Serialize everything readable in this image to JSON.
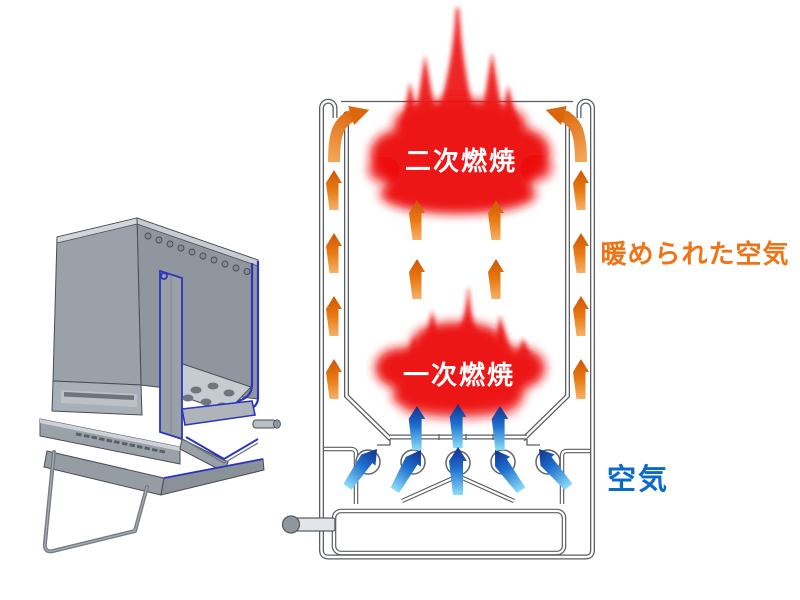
{
  "diagram": {
    "cross_section": {
      "secondary_combustion_label": "二次燃焼",
      "primary_combustion_label": "一次燃焼"
    },
    "annotations": {
      "warmed_air_label": "暖められた空気",
      "air_label": "空気"
    }
  },
  "colors": {
    "warmed_air_text": "#EE7418",
    "air_text": "#0A6AC8",
    "flame_red": "#ED1212",
    "flame_label_text": "#FFFFFF",
    "hot_arrow_dark": "#CE5506",
    "hot_arrow_light": "#F6B168",
    "cold_arrow_dark": "#122F8E",
    "cold_arrow_light": "#8ADCF8",
    "outline_gray": "#5A5E63",
    "cad_body_gray": "#9AA1A9",
    "cad_cut_edge_blue": "#2B35BE"
  }
}
